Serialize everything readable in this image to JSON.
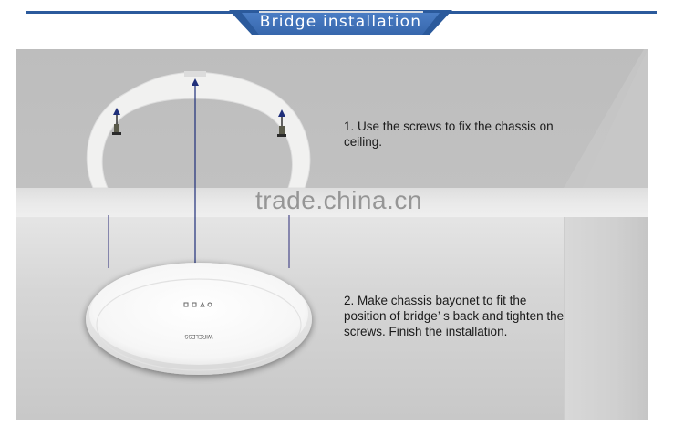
{
  "header": {
    "title": "Bridge installation",
    "accent_color": "#2b5a9c",
    "badge_color": "#3f72b8"
  },
  "watermark": {
    "text": "trade.china.cn"
  },
  "steps": [
    {
      "number": "1.",
      "text": "1. Use the screws to fix the chassis on ceiling."
    },
    {
      "number": "2.",
      "text": "2. Make chassis bayonet to fit the position of bridge’ s back and tighten the screws. Finish the installation."
    }
  ],
  "illustration": {
    "chassis": {
      "label": "mounting chassis ring"
    },
    "bridge": {
      "label": "wireless bridge",
      "device_text": "WIRELESS"
    },
    "arrow_color": "#1f2f7a",
    "screws": 2
  }
}
